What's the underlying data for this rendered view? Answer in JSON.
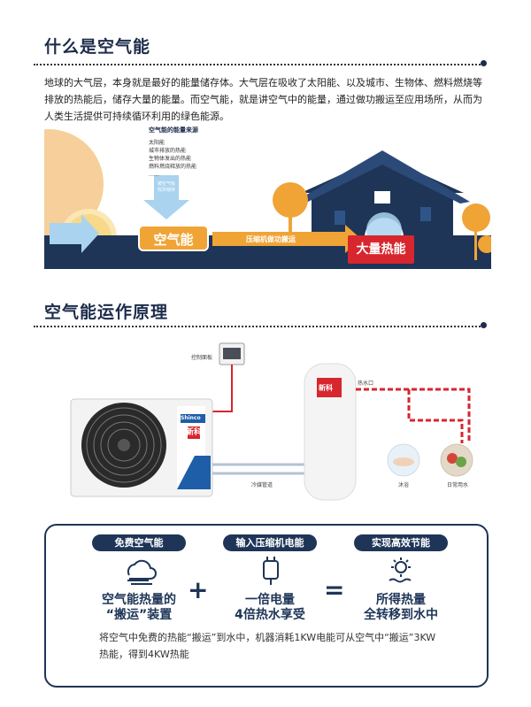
{
  "section1": {
    "title": "什么是空气能",
    "intro": "地球的大气层，本身就是最好的能量储存体。大气层在吸收了太阳能、以及城市、生物体、燃料燃烧等排放的热能后，储存大量的能量。而空气能，就是讲空气中的能量，通过做功搬运至应用场所，从而为人类生活提供可持续循环利用的绿色能源。"
  },
  "illustration": {
    "sources_title": "空气能的能量来源",
    "sources": [
      "太阳能",
      "城市排放的热能",
      "生物体发出的热能",
      "燃料燃烧释放的热能",
      "……"
    ],
    "store_note": "被空气吸收并储存",
    "air_energy": "空气能",
    "transfer": "压缩机做功搬运",
    "result": "大量热能"
  },
  "section2": {
    "title": "空气能运作原理"
  },
  "diagram": {
    "control_panel": "控制面板",
    "hot_water_out": "热水口",
    "refrigerant_pipe": "冷媒管道",
    "shower": "沐浴",
    "daily_water": "日常用水",
    "brand_en": "Shinco",
    "brand_cn": "新科",
    "tank_brand": "新科"
  },
  "benefits": [
    {
      "tag": "免费空气能",
      "caption1": "空气能热量的",
      "caption2": "“搬运”装置",
      "icon": "air-cloud-icon"
    },
    {
      "tag": "输入压缩机电能",
      "caption1": "一倍电量",
      "caption2": "4倍热水享受",
      "icon": "plug-icon"
    },
    {
      "tag": "实现高效节能",
      "caption1": "所得热量",
      "caption2": "全转移到水中",
      "icon": "sun-water-icon"
    }
  ],
  "operators": {
    "plus": "+",
    "equals": "="
  },
  "footnote": "将空气中免费的热能“搬运”到水中，机器消耗1KW电能可从空气中“搬运”3KW热能，得到4KW热能",
  "colors": {
    "navy": "#1e3557",
    "orange": "#f0a436",
    "red": "#d7262e",
    "light_blue": "#a9d3ef"
  }
}
